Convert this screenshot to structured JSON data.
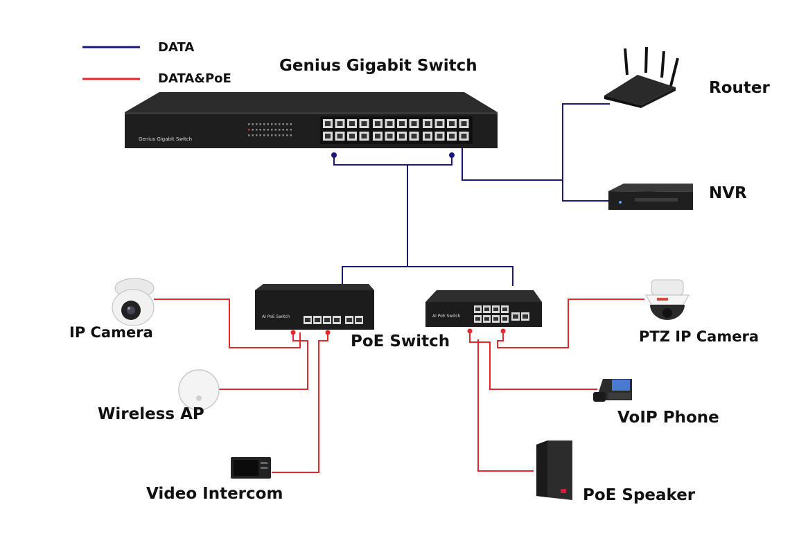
{
  "legend": {
    "data_label": "DATA",
    "data_poe_label": "DATA&PoE",
    "data_color": "#1b1780",
    "data_poe_color": "#e8262b"
  },
  "core_switch": {
    "title": "Genius Gigabit Switch",
    "panel_text": "Genius Gigabit Switch"
  },
  "poe_switches": {
    "label": "PoE Switch",
    "left_panel_text": "AI PoE Switch",
    "right_panel_text": "AI PoE Switch"
  },
  "nodes": {
    "router": "Router",
    "nvr": "NVR",
    "ip_camera": "IP Camera",
    "wireless_ap": "Wireless AP",
    "video_intercom": "Video Intercom",
    "ptz_camera": "PTZ IP Camera",
    "voip_phone": "VoIP Phone",
    "poe_speaker": "PoE Speaker"
  }
}
